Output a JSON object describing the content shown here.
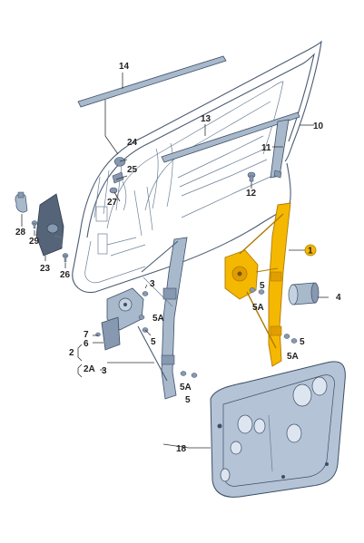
{
  "diagram": {
    "callouts": {
      "c1": "1",
      "c2": "2",
      "c2a": "2A",
      "c3a": "3",
      "c3b": "3",
      "c4": "4",
      "c5a": "5",
      "c5b": "5",
      "c5c": "5",
      "c5d": "5",
      "c5aa": "5A",
      "c5ab": "5A",
      "c5ac": "5A",
      "c5ad": "5A",
      "c6": "6",
      "c7": "7",
      "c10": "10",
      "c11": "11",
      "c12": "12",
      "c13": "13",
      "c14": "14",
      "c18": "18",
      "c23": "23",
      "c24": "24",
      "c25": "25",
      "c26": "26",
      "c27": "27",
      "c28": "28",
      "c29": "29"
    },
    "colors": {
      "highlight": "#f5b800",
      "highlight_stroke": "#b07a00",
      "part_fill": "#a9b9cc",
      "part_stroke": "#3d4f66",
      "panel_fill": "#b4c3d6",
      "door_line": "#4a5c72"
    }
  }
}
